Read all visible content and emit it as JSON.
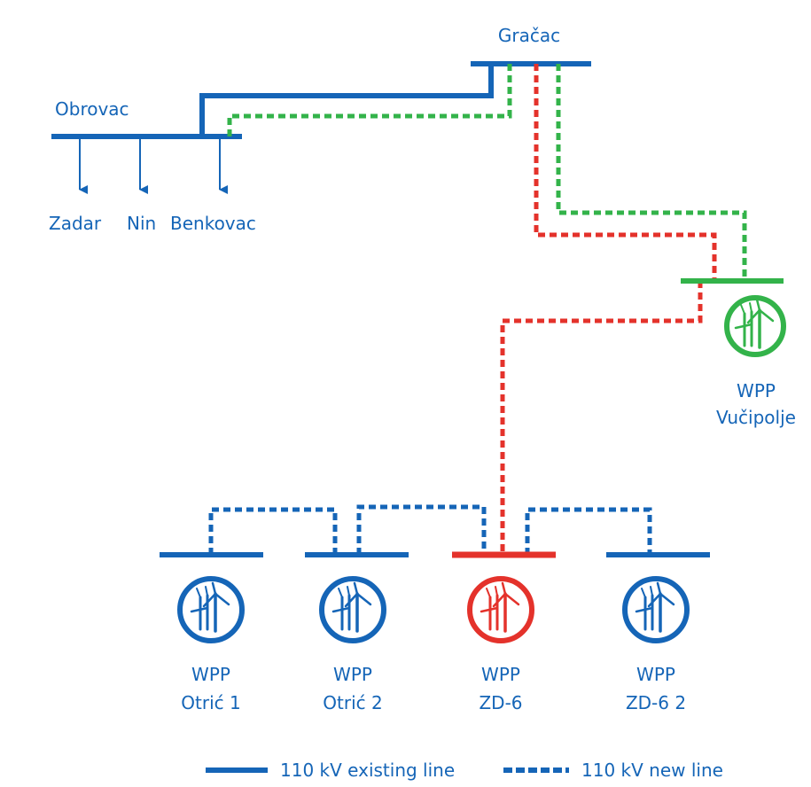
{
  "colors": {
    "blue": "#1565b7",
    "green": "#33b34a",
    "red": "#e4322b",
    "label": "#1565b7"
  },
  "nodes": {
    "gracac": "Gračac",
    "obrovac": "Obrovac",
    "zadar": "Zadar",
    "nin": "Nin",
    "benkovac": "Benkovac"
  },
  "wpps": {
    "vucipolje": {
      "line1": "WPP",
      "line2": "Vučipolje",
      "icon": "wind-turbine-icon"
    },
    "otric1": {
      "line1": "WPP",
      "line2": "Otrić 1",
      "icon": "wind-turbine-icon"
    },
    "otric2": {
      "line1": "WPP",
      "line2": "Otrić 2",
      "icon": "wind-turbine-icon"
    },
    "zd6": {
      "line1": "WPP",
      "line2": "ZD-6",
      "icon": "wind-turbine-icon"
    },
    "zd62": {
      "line1": "WPP",
      "line2": "ZD-6 2",
      "icon": "wind-turbine-icon"
    }
  },
  "legend": {
    "existing": "110 kV existing line",
    "new": "110 kV new line"
  }
}
